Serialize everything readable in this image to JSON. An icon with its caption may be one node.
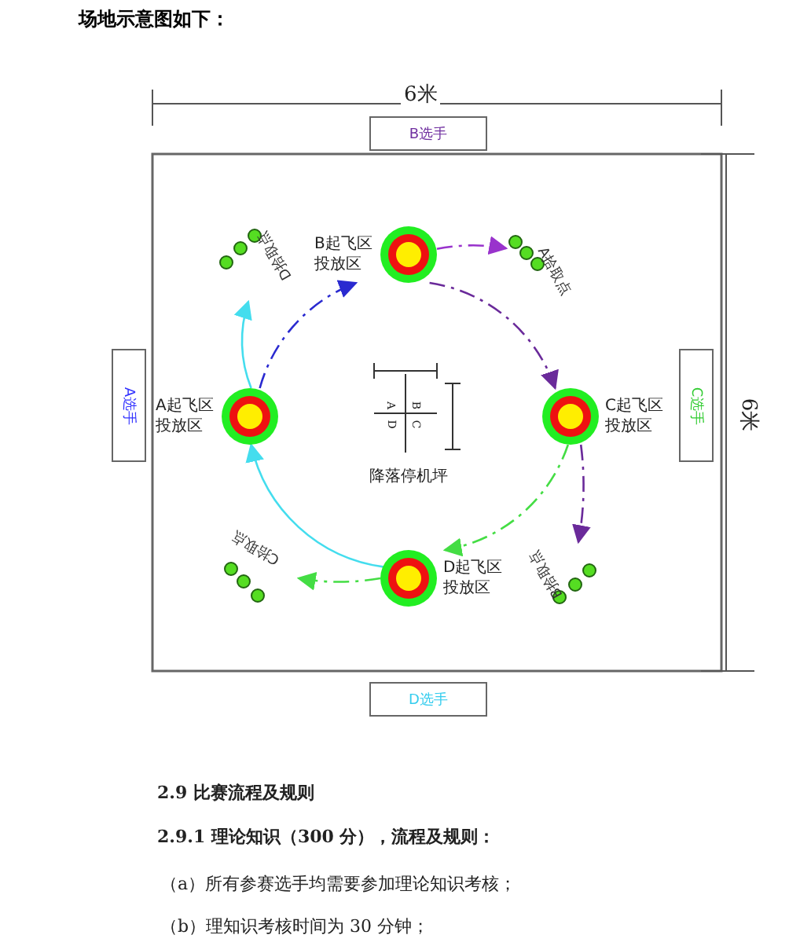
{
  "diagram": {
    "title": "场地示意图如下：",
    "nodes": [
      {
        "text": [
          "B选手"
        ]
      },
      {
        "text": [
          "A选手"
        ]
      },
      {
        "text": [
          "C选手"
        ]
      },
      {
        "text": [
          "D选手"
        ]
      },
      {
        "text": [
          "B起飞区投放区"
        ]
      },
      {
        "text": [
          "A起飞区投放区"
        ]
      },
      {
        "text": [
          "C起飞区投放区"
        ]
      },
      {
        "text": [
          "D起飞区投放区"
        ]
      },
      {
        "text": [
          "A拾取点"
        ]
      },
      {
        "text": [
          "B拾取点"
        ]
      },
      {
        "text": [
          "C拾取点"
        ]
      },
      {
        "text": [
          "D拾取点"
        ]
      },
      {
        "text": [
          "降落停机坪"
        ]
      }
    ],
    "edges": [
      {
        "from": 4,
        "to": 8,
        "arrow": "to",
        "style": "dashed",
        "color": "#9933cc"
      },
      {
        "from": 4,
        "to": 6,
        "arrow": "to",
        "style": "dashed",
        "color": "#6a2a9a"
      },
      {
        "from": 6,
        "to": 9,
        "arrow": "to",
        "style": "dashed",
        "color": "#6a2a9a"
      },
      {
        "from": 6,
        "to": 7,
        "arrow": "to",
        "style": "dashed",
        "color": "#44dd44"
      },
      {
        "from": 7,
        "to": 10,
        "arrow": "to",
        "style": "dashed",
        "color": "#44dd44"
      },
      {
        "from": 7,
        "to": 5,
        "arrow": "to",
        "color": "#44ddee"
      },
      {
        "from": 5,
        "to": 11,
        "arrow": "to",
        "color": "#44ddee"
      },
      {
        "from": 5,
        "to": 4,
        "arrow": "to",
        "style": "dashed",
        "color": "#2a2ad0"
      }
    ],
    "labels": [
      "6米",
      "6米",
      "A",
      "B",
      "C",
      "D",
      "2.9 比赛流程及规则",
      "2.9.1 理论知识（300 分），流程及规则：",
      "（a）所有参赛选手均需要参加理论知识考核；",
      "（b）理知识考核时间为 30 分钟；"
    ]
  }
}
